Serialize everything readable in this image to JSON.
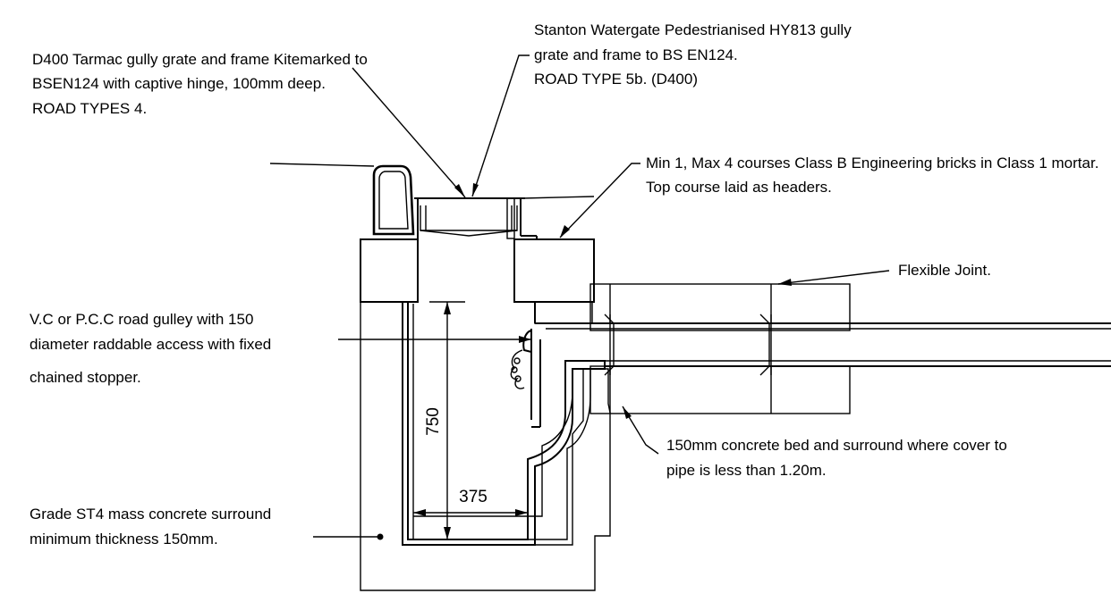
{
  "labels": {
    "tarmac_grate": [
      "D400 Tarmac gully grate and frame Kitemarked to",
      "BSEN124 with captive hinge, 100mm deep.",
      "ROAD TYPES 4."
    ],
    "stanton_grate": [
      "Stanton Watergate Pedestrianised HY813 gully",
      "grate and frame to BS EN124.",
      "ROAD TYPE 5b. (D400)"
    ],
    "bricks": [
      "Min 1, Max 4 courses Class B Engineering bricks in Class 1 mortar.",
      "Top course laid as headers."
    ],
    "flexible_joint": "Flexible Joint.",
    "gulley": [
      "V.C or P.C.C road gulley with 150",
      "diameter raddable access with fixed",
      "chained stopper."
    ],
    "concrete_bed": [
      "150mm concrete bed and surround where cover to",
      "pipe is less than 1.20m."
    ],
    "mass_concrete": [
      "Grade ST4 mass concrete surround",
      "minimum thickness 150mm."
    ]
  },
  "dimensions": {
    "depth": "750",
    "width": "375"
  }
}
